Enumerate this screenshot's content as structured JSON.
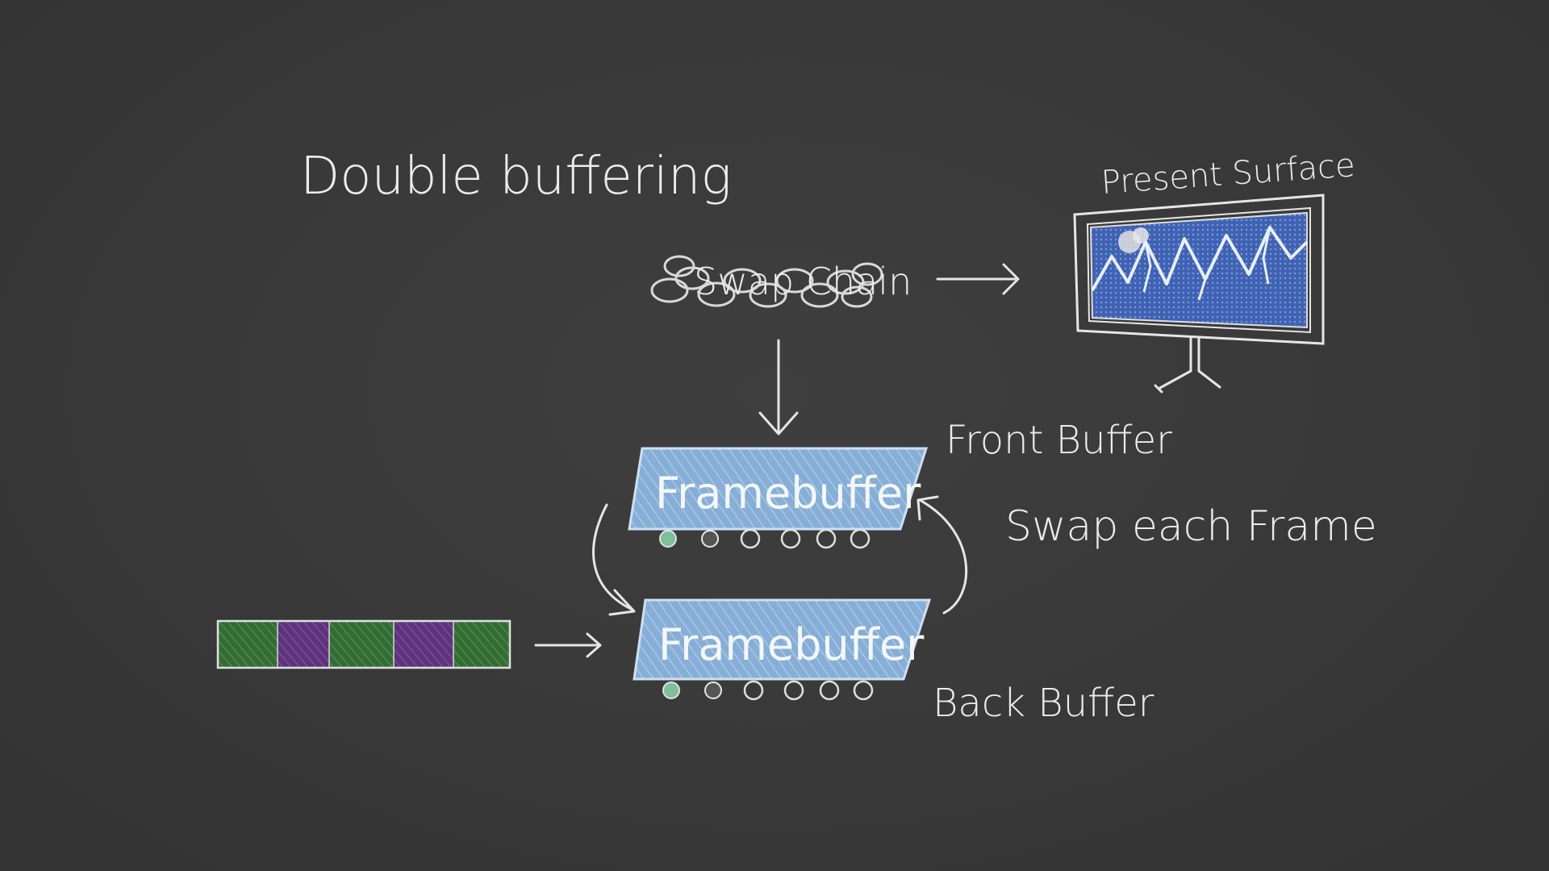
{
  "title": "Double buffering",
  "swap_chain_label": "Swap Chain",
  "present_surface_label": "Present Surface",
  "front_buffer_label": "Front Buffer",
  "back_buffer_label": "Back Buffer",
  "swap_note": "Swap each Frame",
  "framebuffer_label": "Framebuffer",
  "colors": {
    "board": "#3a3a3a",
    "chalk": "#ececec",
    "framebuffer_fill": "#8fb6db",
    "queue_green": "#3d7a3d",
    "queue_purple": "#6a3d8a",
    "screen_blue": "#3e5fb0"
  },
  "queue_blocks": [
    "green",
    "purple",
    "green",
    "purple",
    "green"
  ],
  "icons": [
    "chain-icon",
    "projector-screen-icon",
    "attachment-dot-icon"
  ]
}
